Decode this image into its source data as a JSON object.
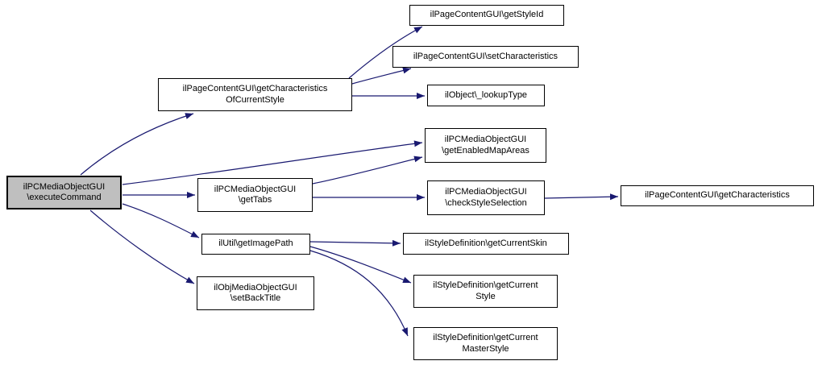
{
  "diagram": {
    "type": "call-graph",
    "background_color": "#ffffff",
    "edge_color": "#191970",
    "node_fill": "#ffffff",
    "root_node_fill": "#bfbfbf",
    "border_color": "#000000",
    "nodes": [
      {
        "id": "executeCommand",
        "lines": [
          "ilPCMediaObjectGUI",
          "\\executeCommand"
        ],
        "root": true
      },
      {
        "id": "getCharacteristicsOfCurrentStyle",
        "lines": [
          "ilPageContentGUI\\getCharacteristics",
          "OfCurrentStyle"
        ]
      },
      {
        "id": "getStyleId",
        "lines": [
          "ilPageContentGUI\\getStyleId"
        ]
      },
      {
        "id": "setCharacteristics",
        "lines": [
          "ilPageContentGUI\\setCharacteristics"
        ]
      },
      {
        "id": "lookupType",
        "lines": [
          "ilObject\\_lookupType"
        ]
      },
      {
        "id": "getEnabledMapAreas",
        "lines": [
          "ilPCMediaObjectGUI",
          "\\getEnabledMapAreas"
        ]
      },
      {
        "id": "getTabs",
        "lines": [
          "ilPCMediaObjectGUI",
          "\\getTabs"
        ]
      },
      {
        "id": "checkStyleSelection",
        "lines": [
          "ilPCMediaObjectGUI",
          "\\checkStyleSelection"
        ]
      },
      {
        "id": "getCharacteristics",
        "lines": [
          "ilPageContentGUI\\getCharacteristics"
        ]
      },
      {
        "id": "getImagePath",
        "lines": [
          "ilUtil\\getImagePath"
        ]
      },
      {
        "id": "getCurrentSkin",
        "lines": [
          "ilStyleDefinition\\getCurrentSkin"
        ]
      },
      {
        "id": "getCurrentStyle",
        "lines": [
          "ilStyleDefinition\\getCurrent",
          "Style"
        ]
      },
      {
        "id": "getCurrentMasterStyle",
        "lines": [
          "ilStyleDefinition\\getCurrent",
          "MasterStyle"
        ]
      },
      {
        "id": "setBackTitle",
        "lines": [
          "ilObjMediaObjectGUI",
          "\\setBackTitle"
        ]
      }
    ],
    "edges": [
      {
        "from": "executeCommand",
        "to": "getCharacteristicsOfCurrentStyle"
      },
      {
        "from": "getCharacteristicsOfCurrentStyle",
        "to": "getStyleId"
      },
      {
        "from": "getCharacteristicsOfCurrentStyle",
        "to": "setCharacteristics"
      },
      {
        "from": "getCharacteristicsOfCurrentStyle",
        "to": "lookupType"
      },
      {
        "from": "executeCommand",
        "to": "getEnabledMapAreas"
      },
      {
        "from": "executeCommand",
        "to": "getTabs"
      },
      {
        "from": "getTabs",
        "to": "getEnabledMapAreas"
      },
      {
        "from": "getTabs",
        "to": "checkStyleSelection"
      },
      {
        "from": "checkStyleSelection",
        "to": "getCharacteristics"
      },
      {
        "from": "executeCommand",
        "to": "getImagePath"
      },
      {
        "from": "executeCommand",
        "to": "setBackTitle"
      },
      {
        "from": "getImagePath",
        "to": "getCurrentSkin"
      },
      {
        "from": "getImagePath",
        "to": "getCurrentStyle"
      },
      {
        "from": "getImagePath",
        "to": "getCurrentMasterStyle"
      }
    ]
  }
}
